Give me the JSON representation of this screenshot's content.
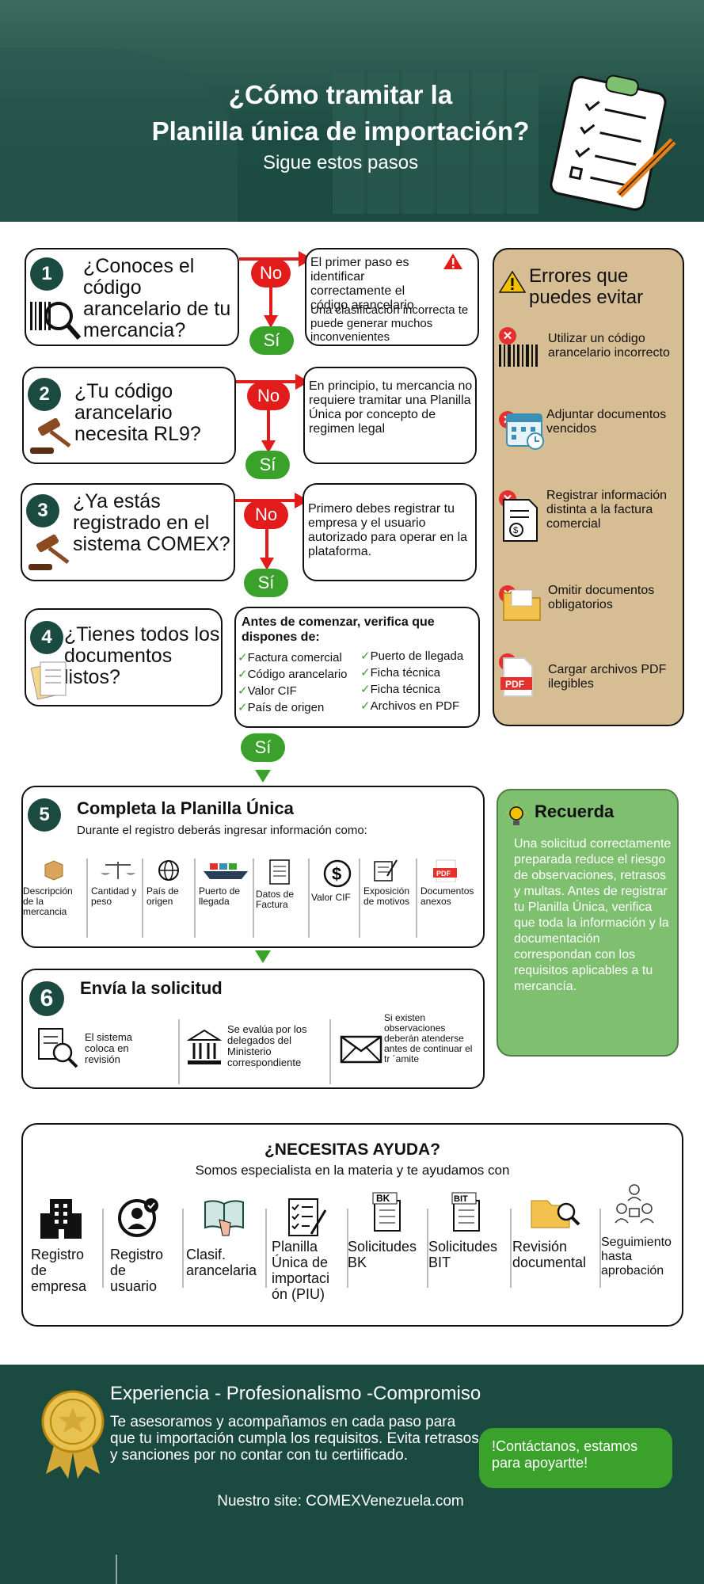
{
  "header": {
    "title_line1": "¿Cómo tramitar  la",
    "title_line2": "Planilla única de importación?",
    "subtitle": "Sigue estos pasos"
  },
  "steps": [
    {
      "num": "1",
      "question": "¿Conoces el código arancelario de tu mercancia?",
      "no": "No",
      "si": "Sí",
      "answer_title": "El primer paso es identificar correctamente el código arancelario",
      "answer_body": "Una clasificación incorrecta te puede generar muchos inconvenientes"
    },
    {
      "num": "2",
      "question": "¿Tu código arancelario necesita RL9?",
      "no": "No",
      "si": "Sí",
      "answer": "En principio, tu mercancia no requiere tramitar una Planilla Única  por concepto de regimen legal"
    },
    {
      "num": "3",
      "question": "¿Ya estás registrado en el sistema COMEX?",
      "no": "No",
      "si": "Sí",
      "answer": "Primero debes registrar tu empresa y el usuario autorizado para operar en la plataforma."
    },
    {
      "num": "4",
      "question": "¿Tienes todos los documentos listos?",
      "si": "Sí",
      "checklist_title": "Antes de comenzar, verifica que dispones de:",
      "checklist_left": [
        "Factura comercial",
        "Código arancelario",
        "Valor CIF",
        "País de origen"
      ],
      "checklist_right": [
        "Puerto de llegada",
        "Ficha técnica",
        "Ficha técnica",
        "Archivos en PDF"
      ]
    }
  ],
  "errors": {
    "title": "Errores que puedes evitar",
    "items": [
      "Utilizar un código arancelario incorrecto",
      "Adjuntar documentos vencidos",
      "Registrar información distinta a la factura comercial",
      "Omitir documentos obligatorios",
      "Cargar archivos PDF ilegibles"
    ]
  },
  "step5": {
    "num": "5",
    "title": "Completa la Planilla Única",
    "intro": "Durante el registro deberás ingresar información como:",
    "fields": [
      "Descripción de la mercancia",
      "Cantidad y peso",
      "País de origen",
      "Puerto de llegada",
      "Datos de Factura",
      "Valor CIF",
      "Exposición de motivos",
      "Documentos anexos"
    ]
  },
  "step6": {
    "num": "6",
    "title": "Envía la solicitud",
    "items": [
      "El sistema coloca en revisión",
      "Se evalúa por los delegados del Ministerio correspondiente",
      "Si existen observaciones deberán atenderse antes  de  continuar el tr ´amite"
    ]
  },
  "recuerda": {
    "title": "Recuerda",
    "body": "Una solicitud correctamente preparada reduce el riesgo de observaciones, retrasos y multas. Antes de registrar tu Planilla Única, verifica que toda la información y la documentación correspondan con los requisitos aplicables a tu mercancía."
  },
  "help": {
    "title": "¿NECESITAS AYUDA?",
    "subtitle": "Somos especialista en la materia y te ayudamos con",
    "services": [
      "Registro de empresa",
      "Registro de usuario",
      "Clasif. arancelaria",
      "Planilla Única de importaci ón (PIU)",
      "Solicitudes BK",
      "Solicitudes BIT",
      "Revisión documental",
      "Seguimiento hasta aprobación"
    ],
    "doc_labels": [
      "BK",
      "BIT"
    ]
  },
  "footer": {
    "motto": "Experiencia - Profesionalismo -Compromiso",
    "text": "Te asesoramos y acompañamos en cada paso para que tu importación cumpla los requisitos. Evita retrasos y sanciones por no contar con tu certiificado.",
    "cta": "!Contáctanos, estamos para apoyartte!",
    "site": "Nuestro site: COMEXVenezuela.com"
  },
  "colors": {
    "dark_green": "#1b4a41",
    "red": "#e21b1b",
    "green": "#3aa12b",
    "tan": "#d6bd93",
    "light_green": "#7fbf70"
  }
}
